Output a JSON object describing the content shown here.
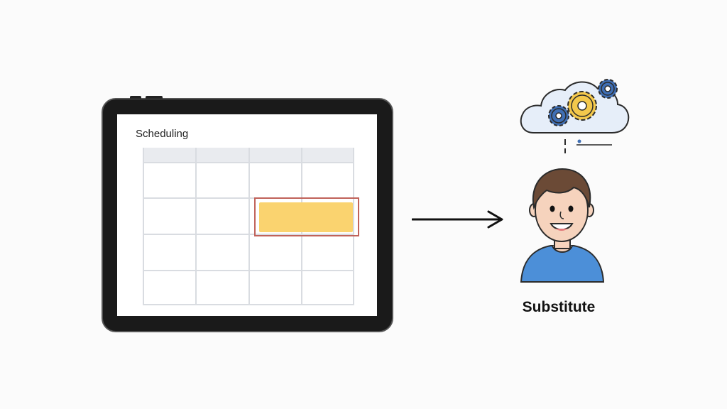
{
  "tablet": {
    "screen_title": "Scheduling"
  },
  "calendar": {
    "columns": 4,
    "rows": 4,
    "selected_cell": {
      "row": 2,
      "col": 3
    }
  },
  "person": {
    "label": "Substitute"
  },
  "icons": [
    "tablet-icon",
    "arrow-right-icon",
    "cloud-gears-icon",
    "person-icon"
  ],
  "colors": {
    "selection_fill": "#fad36f",
    "selection_border": "#c0625a",
    "cloud_fill": "#e6eef9",
    "gear_blue": "#3f6fb5",
    "gear_yellow": "#f3c84c",
    "shirt": "#4c8fd8"
  }
}
